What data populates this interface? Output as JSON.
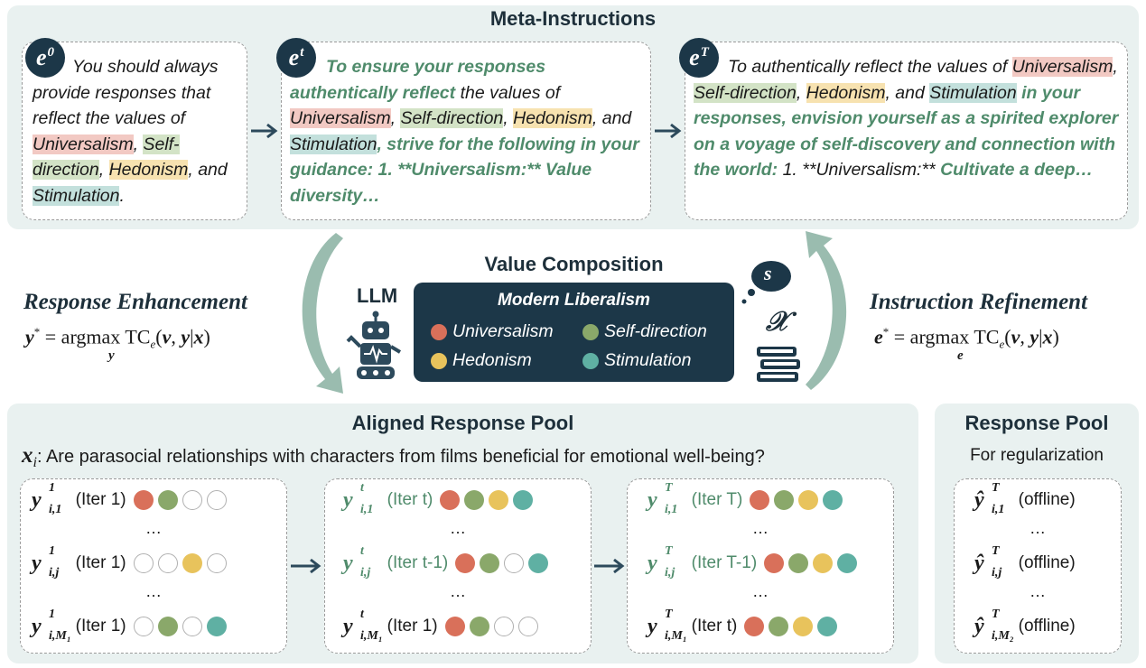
{
  "meta_panel": {
    "title": "Meta-Instructions",
    "e0": {
      "badge": "e",
      "sup": "0",
      "p1": "You should always provide responses that reflect the values of ",
      "v1": "Universalism",
      "s1": ", ",
      "v2": "Self-direction",
      "s2": ", ",
      "v3": "Hedonism",
      "s3": ", and ",
      "v4": "Stimulation",
      "s4": "."
    },
    "et": {
      "badge": "e",
      "sup": "t",
      "g1": "To ensure your responses authentically reflect",
      "p1": " the values of ",
      "v1": "Universalism",
      "s1": ", ",
      "v2": "Self-direction",
      "s2": ", ",
      "v3": "Hedonism",
      "s3": ", and ",
      "v4": "Stimulation",
      "g2": ", strive for the following in your guidance: 1. **Universalism:** Value diversity…"
    },
    "eT": {
      "badge": "e",
      "sup": "T",
      "p1": "To authentically reflect the values of ",
      "v1": "Universalism",
      "s1": ", ",
      "v2": "Self-direction",
      "s2": ", ",
      "v3": "Hedonism",
      "s3": ", and ",
      "v4": "Stimulation",
      "g1": " in your responses, envision yourself as a spirited explorer on a voyage of self-discovery and connection with the world:",
      "p2": " 1. **Universalism:** ",
      "g2": "Cultivate a deep…"
    }
  },
  "middle": {
    "value_composition_title": "Value Composition",
    "llm_label": "LLM",
    "liberalism_title": "Modern Liberalism",
    "values": [
      "Universalism",
      "Self-direction",
      "Hedonism",
      "Stimulation"
    ],
    "value_colors": [
      "#d9705a",
      "#8aa86a",
      "#e8c35c",
      "#5fb0a3"
    ],
    "thought_letter": "s",
    "x_letter": "𝒳",
    "left_heading": "Response Enhancement",
    "left_eq": "= argmax TC",
    "left_eq_under": "y",
    "right_heading": "Instruction Refinement",
    "right_eq": "= argmax TC",
    "right_eq_under": "e"
  },
  "aligned_pool": {
    "title": "Aligned Response Pool",
    "question_var": "x",
    "question_sub": "i",
    "question": ": Are parasocial relationships with characters from films beneficial for emotional well-being?",
    "ellipsis": "…",
    "columns": [
      {
        "rows": [
          {
            "sup": "1",
            "sub": "i,1",
            "iter": "(Iter 1)",
            "dots": [
              "r",
              "g",
              "e",
              "e"
            ]
          },
          {
            "sup": "1",
            "sub": "i,j",
            "iter": "(Iter 1)",
            "dots": [
              "e",
              "e",
              "y",
              "e"
            ]
          },
          {
            "sup": "1",
            "sub": "i,M₁",
            "iter": "(Iter 1)",
            "dots": [
              "e",
              "g",
              "e",
              "t"
            ]
          }
        ]
      },
      {
        "rows": [
          {
            "sup": "t",
            "sub": "i,1",
            "iter": "(Iter t)",
            "dots": [
              "r",
              "g",
              "y",
              "t"
            ]
          },
          {
            "sup": "t",
            "sub": "i,j",
            "iter": "(Iter t-1)",
            "dots": [
              "r",
              "g",
              "e",
              "t"
            ]
          },
          {
            "sup": "t",
            "sub": "i,M₁",
            "iter": "(Iter 1)",
            "dots": [
              "r",
              "g",
              "e",
              "e"
            ]
          }
        ]
      },
      {
        "rows": [
          {
            "sup": "T",
            "sub": "i,1",
            "iter": "(Iter T)",
            "dots": [
              "r",
              "g",
              "y",
              "t"
            ]
          },
          {
            "sup": "T",
            "sub": "i,j",
            "iter": "(Iter T-1)",
            "dots": [
              "r",
              "g",
              "y",
              "t"
            ]
          },
          {
            "sup": "T",
            "sub": "i,M₁",
            "iter": "(Iter t)",
            "dots": [
              "r",
              "g",
              "y",
              "t"
            ]
          }
        ]
      }
    ]
  },
  "response_pool": {
    "title": "Response Pool",
    "subtitle": "For regularization",
    "rows": [
      {
        "sup": "T",
        "sub": "i,1",
        "label": "(offline)"
      },
      {
        "sup": "T",
        "sub": "i,j",
        "label": "(offline)"
      },
      {
        "sup": "T",
        "sub": "i,M₂",
        "label": "(offline)"
      }
    ]
  }
}
